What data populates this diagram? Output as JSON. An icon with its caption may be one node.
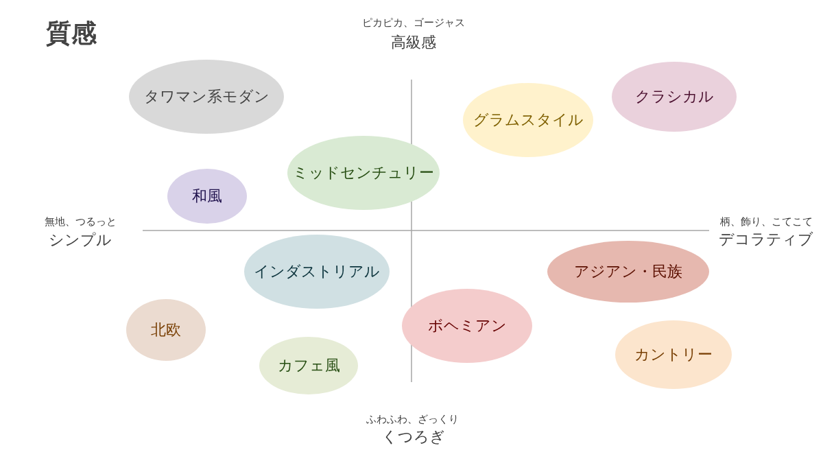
{
  "diagram": {
    "title": "質感",
    "nodes": [
      {
        "text": [
          "タワマン系モダン"
        ]
      },
      {
        "text": [
          "クラシカル"
        ]
      },
      {
        "text": [
          "グラムスタイル"
        ]
      },
      {
        "text": [
          "ミッドセンチュリー"
        ]
      },
      {
        "text": [
          "和風"
        ]
      },
      {
        "text": [
          "インダストリアル"
        ]
      },
      {
        "text": [
          "アジアン・民族"
        ]
      },
      {
        "text": [
          "ボヘミアン"
        ]
      },
      {
        "text": [
          "北欧"
        ]
      },
      {
        "text": [
          "カントリー"
        ]
      },
      {
        "text": [
          "カフェ風"
        ]
      }
    ],
    "labels": [
      "ピカピカ、ゴージャス",
      "高級感",
      "無地、つるっと",
      "シンプル",
      "柄、飾り、こてこて",
      "デコラティブ",
      "ふわふわ、ざっくり",
      "くつろぎ"
    ]
  }
}
